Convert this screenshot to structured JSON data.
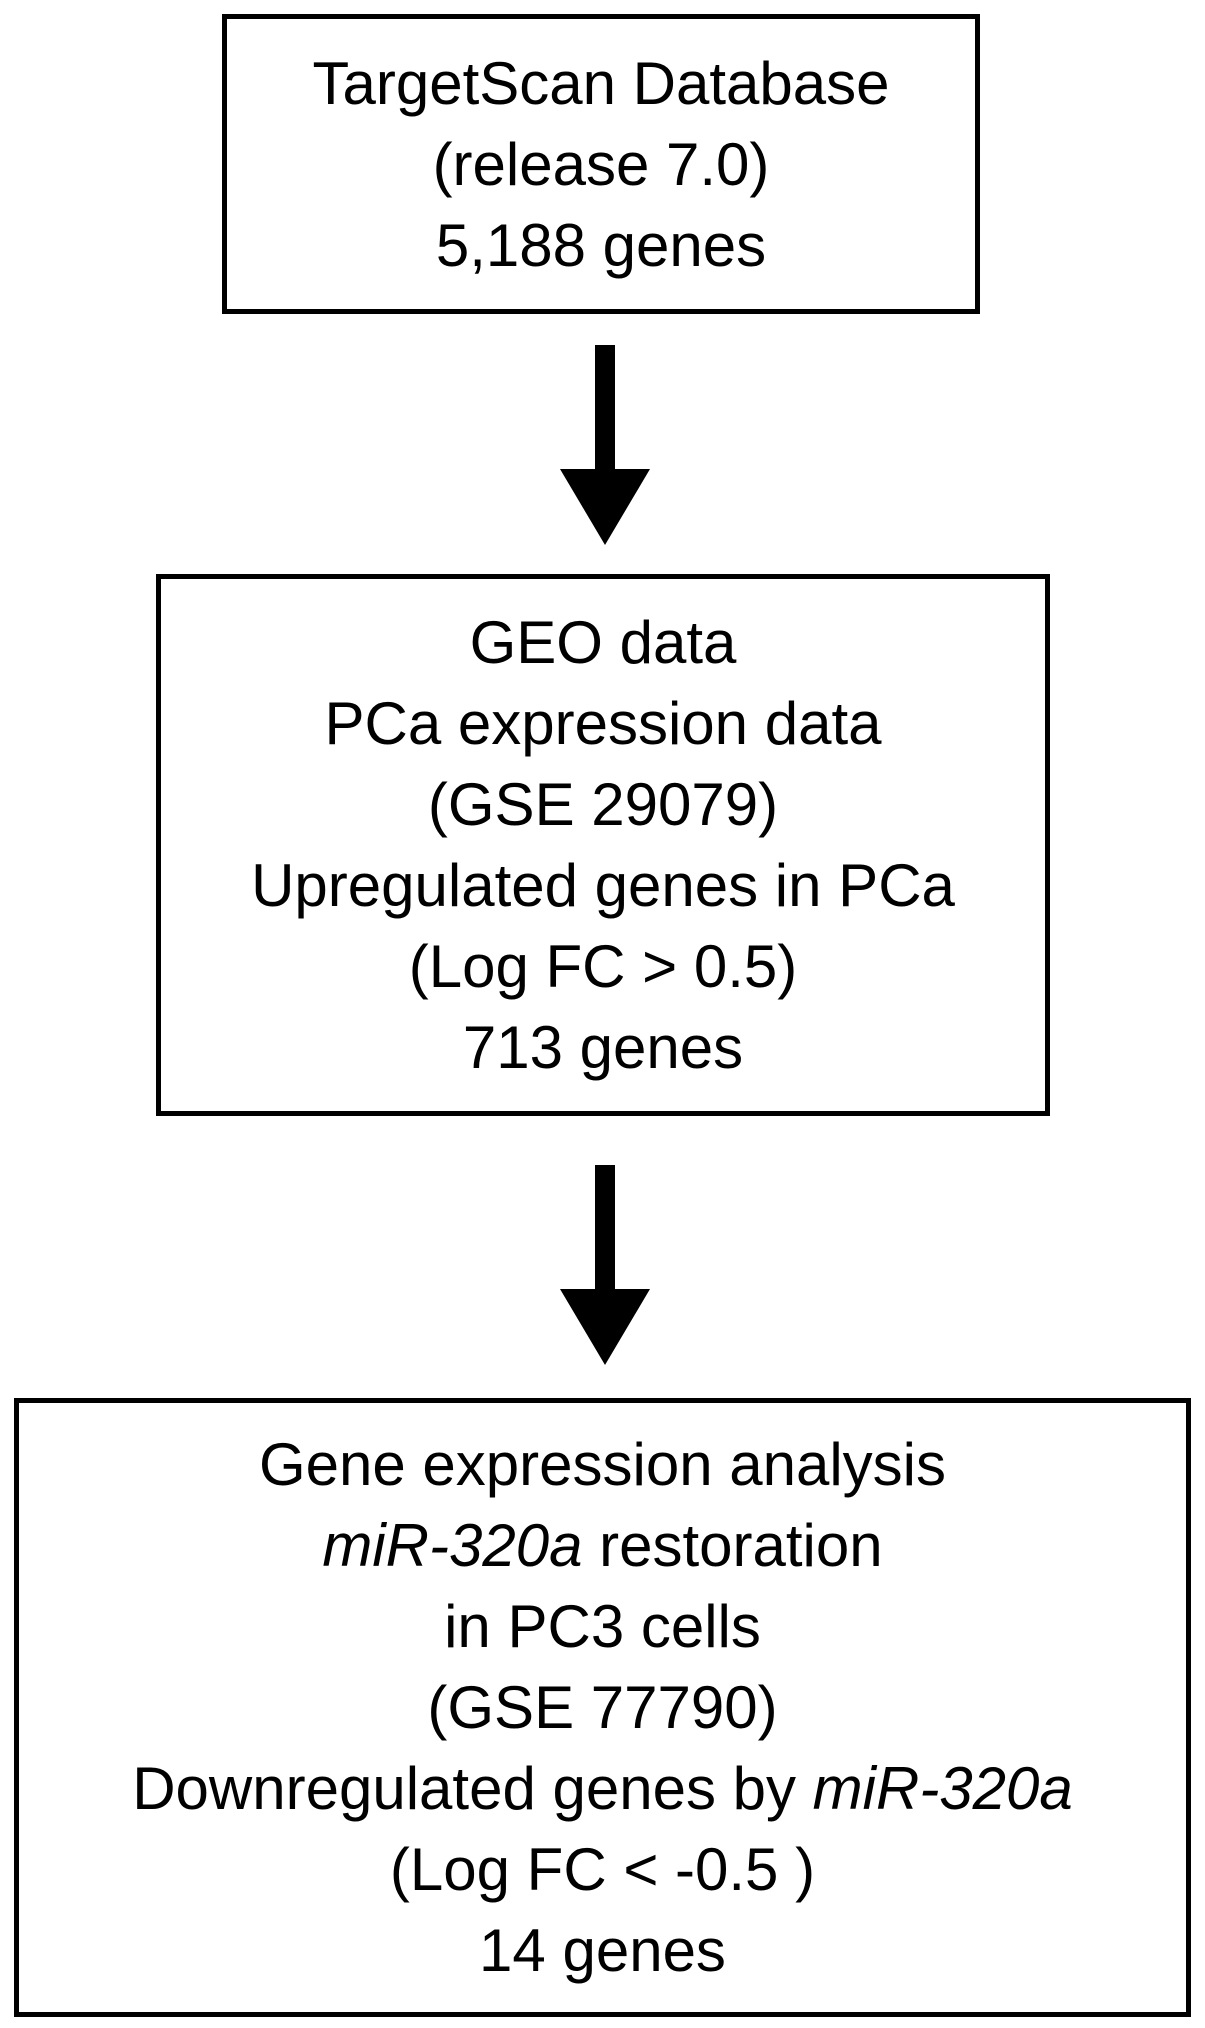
{
  "boxes": [
    {
      "lines": [
        "TargetScan Database",
        "(release 7.0)",
        "5,188 genes"
      ]
    },
    {
      "lines": [
        "GEO data",
        "PCa expression data",
        "(GSE 29079)",
        "Upregulated genes in PCa",
        "(Log FC > 0.5)",
        "713 genes"
      ]
    },
    {
      "lines": [
        "Gene expression analysis",
        {
          "italic": "miR-320a",
          "rest": " restoration"
        },
        "in PC3 cells",
        "(GSE 77790)",
        {
          "pre": "Downregulated genes by ",
          "italic": "miR-320a"
        },
        "(Log FC < -0.5 )",
        "14 genes"
      ]
    }
  ],
  "colors": {
    "stroke": "#000000",
    "background": "#ffffff"
  }
}
